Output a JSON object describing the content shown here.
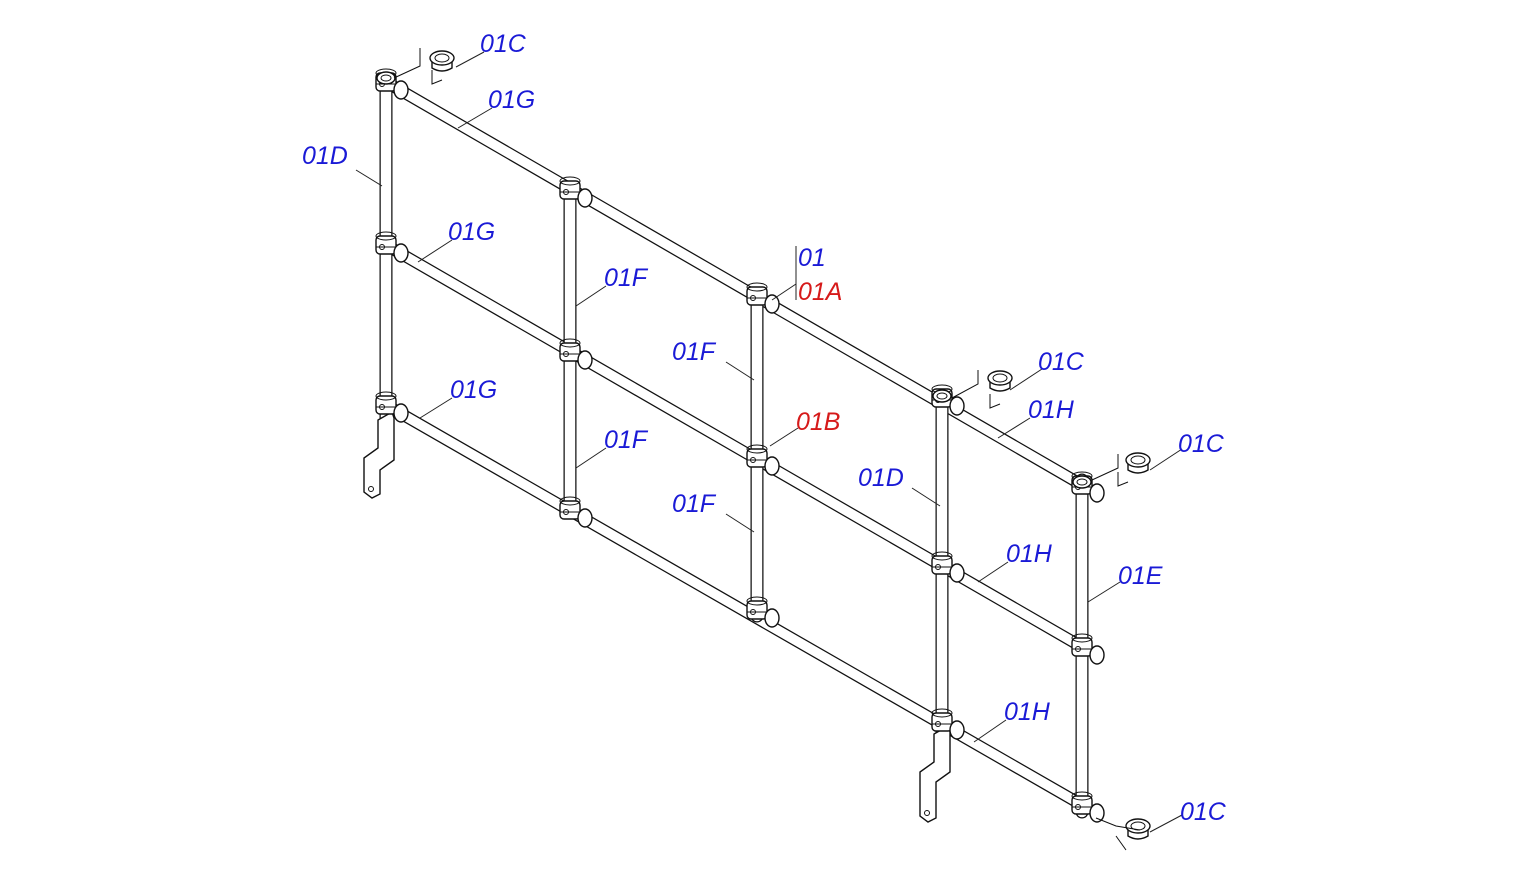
{
  "colors": {
    "callout_primary": "#1a1ad6",
    "callout_highlight": "#d61a1a",
    "line": "#111111"
  },
  "callouts": {
    "c1": "01C",
    "c2": "01C",
    "c3": "01C",
    "c4": "01C",
    "g1": "01G",
    "g2": "01G",
    "g3": "01G",
    "d1": "01D",
    "d2": "01D",
    "f1": "01F",
    "f2": "01F",
    "f3": "01F",
    "f4": "01F",
    "assembly": "01",
    "a": "01A",
    "b": "01B",
    "h1": "01H",
    "h2": "01H",
    "h3": "01H",
    "e": "01E"
  }
}
